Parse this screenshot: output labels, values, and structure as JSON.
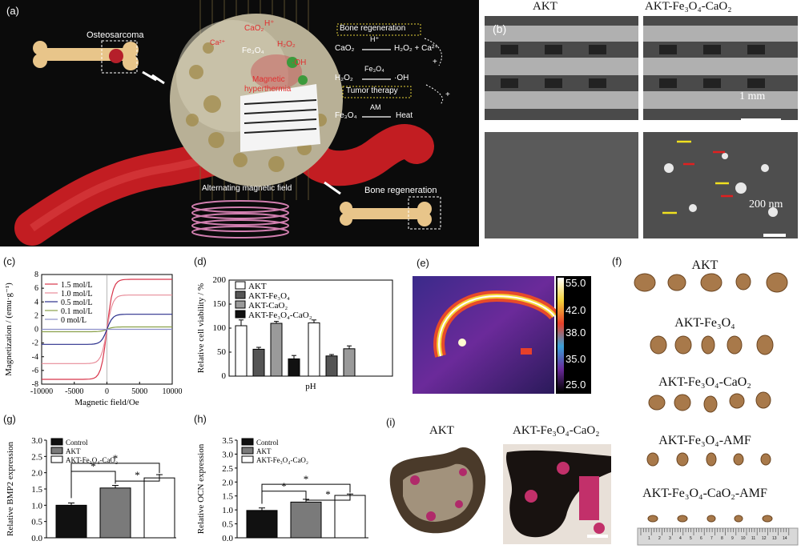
{
  "panel_a": {
    "label": "(a)",
    "osteosarcoma": "Osteosarcoma",
    "bone_regen_box": "Bone regeneration",
    "tumor_box": "Tumor therapy",
    "rx1_left": "CaO₂",
    "rx1_cat": "H⁺",
    "rx1_right": "H₂O₂ + Ca²⁺",
    "rx2_left": "H₂O₂",
    "rx2_cat": "Fe₃O₄",
    "rx2_right": "·OH",
    "rx3_left": "Fe₃O₄",
    "rx3_cat": "AM",
    "rx3_right": "Heat",
    "plus": "+",
    "amf": "Alternating magnetic field",
    "bone_regen_label": "Bone regeneration",
    "magnetic": "Magnetic",
    "hyperthermia": "hyperthermia",
    "sphere_labels": [
      "CaO₂",
      "H⁺",
      "Ca²⁺",
      "Fe₃O₄",
      "H₂O₂",
      "·OH"
    ]
  },
  "panel_b": {
    "label": "(b)",
    "col1": "AKT",
    "col2": "AKT-Fe₃O₄-CaO₂",
    "scale1": "1 mm",
    "scale2": "200 nm"
  },
  "panel_c": {
    "label": "(c)",
    "ylabel": "Magnetization / (emu·g⁻¹)",
    "xlabel": "Magnetic field/Oe"
  },
  "panel_d": {
    "label": "(d)",
    "ylabel": "Relative cell viability / %",
    "xlabel": "pH"
  },
  "panel_e": {
    "label": "(e)",
    "scale_values": [
      "55.0",
      "42.0",
      "38.0",
      "35.0",
      "25.0"
    ]
  },
  "panel_f": {
    "label": "(f)",
    "groups": [
      "AKT",
      "AKT-Fe₃O₄",
      "AKT-Fe₃O₄-CaO₂",
      "AKT-Fe₃O₄-AMF",
      "AKT-Fe₃O₄-CaO₂-AMF"
    ],
    "ruler_numbers": [
      "1",
      "2",
      "3",
      "4",
      "5",
      "6",
      "7",
      "8",
      "9",
      "10",
      "11",
      "12",
      "13",
      "14"
    ]
  },
  "panel_g": {
    "label": "(g)",
    "ylabel": "Relative BMP2 expression"
  },
  "panel_h": {
    "label": "(h)",
    "ylabel": "Relative OCN expression"
  },
  "panel_i": {
    "label": "(i)",
    "col1": "AKT",
    "col2": "AKT-Fe₃O₄-CaO₂"
  },
  "chart_data": [
    {
      "id": "c",
      "type": "line",
      "xlabel": "Magnetic field/Oe",
      "ylabel": "Magnetization / (emu·g⁻¹)",
      "xlim": [
        -10000,
        10000
      ],
      "ylim": [
        -8,
        8
      ],
      "xticks": [
        -10000,
        -5000,
        0,
        5000,
        10000
      ],
      "yticks": [
        -8,
        -6,
        -4,
        -2,
        0,
        2,
        4,
        6,
        8
      ],
      "legend_position": "top-left",
      "series": [
        {
          "name": "1.5 mol/L",
          "color": "#d8344a",
          "ms": 7.3
        },
        {
          "name": "1.0 mol/L",
          "color": "#e88b98",
          "ms": 5.0
        },
        {
          "name": "0.5 mol/L",
          "color": "#2a2f8c",
          "ms": 2.2
        },
        {
          "name": "0.1 mol/L",
          "color": "#8aa14a",
          "ms": 0.35
        },
        {
          "name": "0 mol/L",
          "color": "#8c8fc8",
          "ms": 0.0
        }
      ]
    },
    {
      "id": "d",
      "type": "bar",
      "xlabel": "pH",
      "ylabel": "Relative cell viability / %",
      "ylim": [
        0,
        200
      ],
      "yticks": [
        0,
        50,
        100,
        150,
        200
      ],
      "legend_position": "top-left",
      "series": [
        {
          "name": "AKT",
          "fill": "#ffffff"
        },
        {
          "name": "AKT-Fe₃O₄",
          "fill": "#555555"
        },
        {
          "name": "AKT-CaO₂",
          "fill": "#9a9a9a"
        },
        {
          "name": "AKT-Fe₃O₄-CaO₂",
          "fill": "#111111"
        }
      ],
      "groups": [
        {
          "values": [
            105,
            56,
            110,
            36
          ],
          "errors": [
            12,
            4,
            4,
            7
          ]
        },
        {
          "values": [
            111,
            42,
            57,
            null
          ],
          "errors": [
            6,
            3,
            6,
            null
          ]
        }
      ]
    },
    {
      "id": "g",
      "type": "bar",
      "ylabel": "Relative BMP2 expression",
      "ylim": [
        0,
        3.0
      ],
      "yticks": [
        0,
        0.5,
        1.0,
        1.5,
        2.0,
        2.5,
        3.0
      ],
      "categories": [
        "Control",
        "AKT",
        "AKT-Fe₃O₄-CaO₂"
      ],
      "values": [
        1.0,
        1.53,
        1.84
      ],
      "errors": [
        0.07,
        0.08,
        0.1
      ],
      "fills": [
        "#111111",
        "#7a7a7a",
        "#ffffff"
      ],
      "significance": [
        "*",
        "*",
        "*"
      ],
      "legend_position": "top-left"
    },
    {
      "id": "h",
      "type": "bar",
      "ylabel": "Relative OCN expression",
      "ylim": [
        0,
        3.5
      ],
      "yticks": [
        0,
        0.5,
        1.0,
        1.5,
        2.0,
        2.5,
        3.0,
        3.5
      ],
      "categories": [
        "Control",
        "AKT",
        "AKT-Fe₃O₄-CaO₂"
      ],
      "values": [
        0.98,
        1.28,
        1.52
      ],
      "errors": [
        0.09,
        0.1,
        0.05
      ],
      "fills": [
        "#111111",
        "#7a7a7a",
        "#ffffff"
      ],
      "significance": [
        "*",
        "*",
        "*"
      ],
      "legend_position": "top-left"
    }
  ]
}
